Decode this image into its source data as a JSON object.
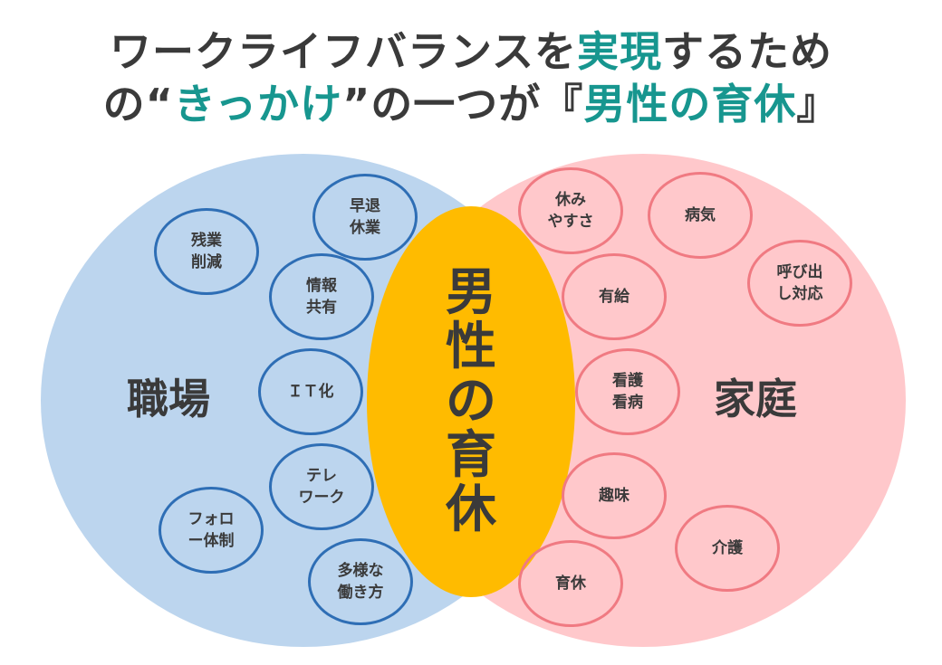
{
  "title": {
    "line1_a": "ワークライフバランスを",
    "line1_hl": "実現",
    "line1_b": "するため",
    "line2_a": "の“",
    "line2_hl1": "きっかけ",
    "line2_b": "”の一つが『",
    "line2_hl2": "男性の育休",
    "line2_c": "』"
  },
  "center": {
    "chars": [
      "男",
      "性",
      "の",
      "育",
      "休"
    ]
  },
  "workplace": {
    "label": "職場",
    "items": [
      "早退\n休業",
      "残業\n削減",
      "情報\n共有",
      "ＩＴ化",
      "テレ\nワーク",
      "フォロ\nー体制",
      "多様な\n働き方"
    ]
  },
  "home": {
    "label": "家庭",
    "items": [
      "休み\nやすさ",
      "病気",
      "呼び出\nし対応",
      "有給",
      "看護\n看病",
      "趣味",
      "介護",
      "育休"
    ]
  },
  "colors": {
    "accent": "#17968f",
    "workplace_fill": "#bcd5ee",
    "home_fill": "#ffaaaf",
    "center_fill": "#ffbb00",
    "workplace_border": "#2e6eb5",
    "home_border": "#f07a82"
  }
}
